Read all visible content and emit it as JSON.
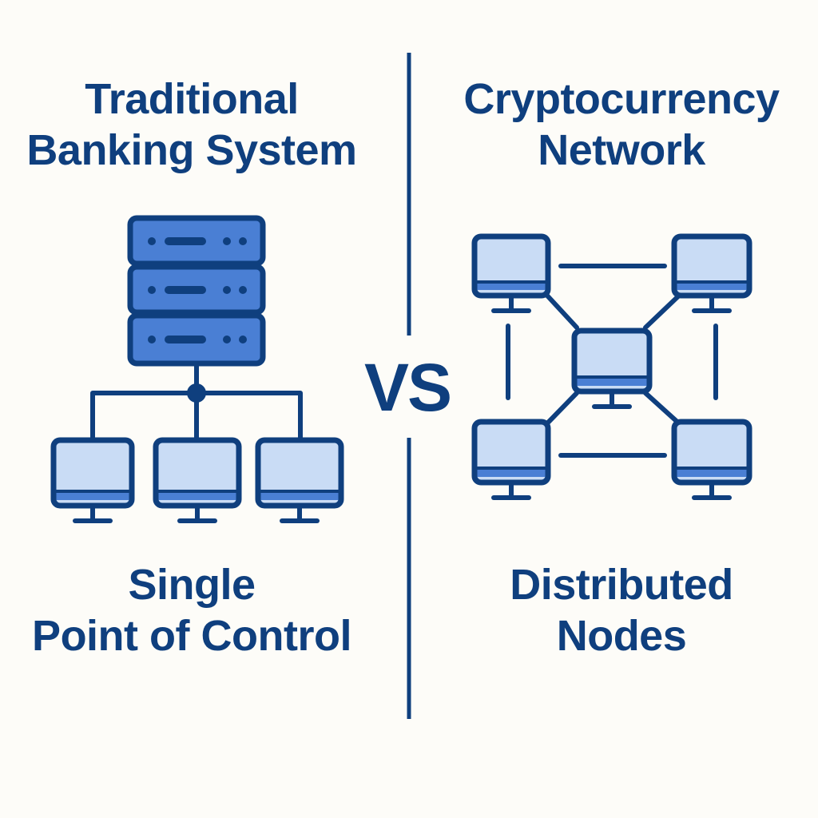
{
  "left": {
    "title": [
      "Traditional",
      "Banking System"
    ],
    "caption": [
      "Single",
      "Point of Control"
    ]
  },
  "right": {
    "title": [
      "Cryptocurrency",
      "Network"
    ],
    "caption": [
      "Distributed",
      "Nodes"
    ]
  },
  "vs_label": "VS",
  "icons": {
    "central": "server-icon",
    "node": "computer-monitor-icon"
  },
  "colors": {
    "stroke": "#0f3f7e",
    "server_fill": "#4a7fd4",
    "screen_fill": "#c9dcf5",
    "screen_band": "#4a7fd4",
    "background": "#fdfcf8"
  }
}
